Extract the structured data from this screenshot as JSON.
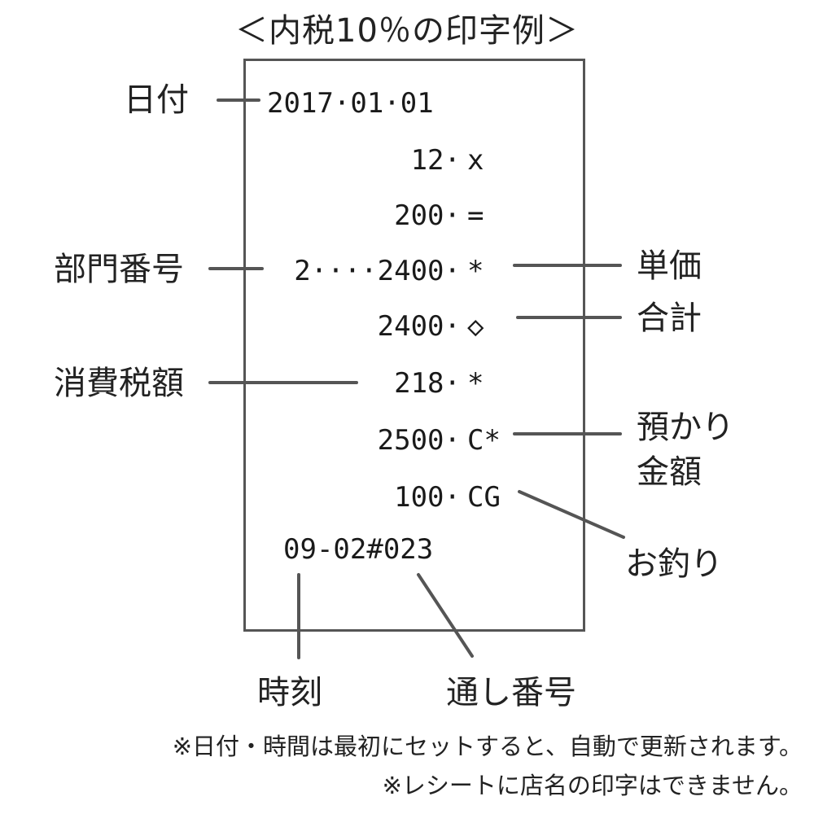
{
  "title": "＜内税10％の印字例＞",
  "receipt": {
    "date": "2017·01·01",
    "rows": [
      {
        "amount": "12·",
        "mark": "x"
      },
      {
        "amount": "200·",
        "mark": "="
      },
      {
        "amount": "2····2400·",
        "mark": "*"
      },
      {
        "amount": "2400·",
        "mark": "◇"
      },
      {
        "amount": "218·",
        "mark": "*"
      },
      {
        "amount": "2500·",
        "mark": "C*"
      },
      {
        "amount": "100·",
        "mark": "CG"
      }
    ],
    "footer": "09-02#023"
  },
  "labels": {
    "date": "日付",
    "department": "部門番号",
    "tax": "消費税額",
    "unit_price": "単価",
    "total": "合計",
    "deposit_line1": "預かり",
    "deposit_line2": "金額",
    "change": "お釣り",
    "time": "時刻",
    "serial": "通し番号"
  },
  "notes": [
    "※日付・時間は最初にセットすると、自動で更新されます。",
    "※レシートに店名の印字はできません。"
  ],
  "colors": {
    "line": "#555555",
    "text": "#222222"
  }
}
